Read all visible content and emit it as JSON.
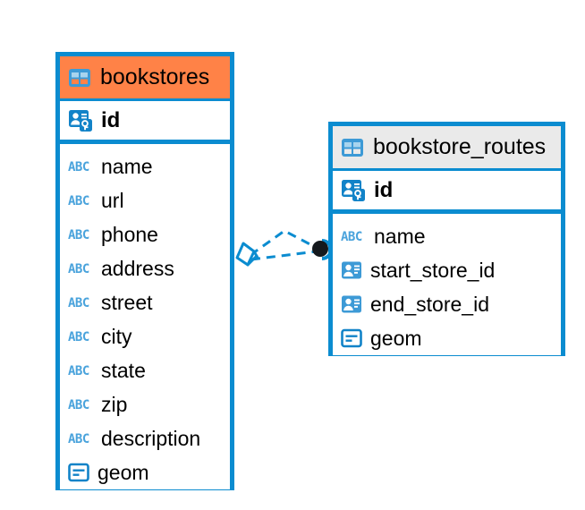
{
  "diagram": {
    "type": "entity-relationship-diagram",
    "background": "#ffffff",
    "accent_color": "#0b8cd0",
    "highlight_color": "#ff8247",
    "header_grey": "#eaeaea",
    "icon_blue": "#3d9ad6",
    "abc_color": "#4aa3dc"
  },
  "entities": [
    {
      "name": "bookstores",
      "header_style": "orange",
      "table_icon": "table-icon",
      "primary_key": {
        "label": "id",
        "icon": "primary-key-icon"
      },
      "fields": [
        {
          "label": "name",
          "icon": "abc-icon",
          "type": "text"
        },
        {
          "label": "url",
          "icon": "abc-icon",
          "type": "text"
        },
        {
          "label": "phone",
          "icon": "abc-icon",
          "type": "text"
        },
        {
          "label": "address",
          "icon": "abc-icon",
          "type": "text"
        },
        {
          "label": "street",
          "icon": "abc-icon",
          "type": "text"
        },
        {
          "label": "city",
          "icon": "abc-icon",
          "type": "text"
        },
        {
          "label": "state",
          "icon": "abc-icon",
          "type": "text"
        },
        {
          "label": "zip",
          "icon": "abc-icon",
          "type": "text"
        },
        {
          "label": "description",
          "icon": "abc-icon",
          "type": "text"
        },
        {
          "label": "geom",
          "icon": "geometry-icon",
          "type": "geometry"
        }
      ]
    },
    {
      "name": "bookstore_routes",
      "header_style": "grey",
      "table_icon": "table-icon",
      "primary_key": {
        "label": "id",
        "icon": "primary-key-icon"
      },
      "fields": [
        {
          "label": "name",
          "icon": "abc-icon",
          "type": "text"
        },
        {
          "label": "start_store_id",
          "icon": "foreign-key-icon",
          "type": "reference"
        },
        {
          "label": "end_store_id",
          "icon": "foreign-key-icon",
          "type": "reference"
        },
        {
          "label": "geom",
          "icon": "geometry-icon",
          "type": "geometry"
        }
      ]
    }
  ],
  "relationship": {
    "name": "bookstores-to-bookstore-routes",
    "line_style": "dashed",
    "color": "#0b8cd0",
    "source_marker": "diamond-crowfoot-marker",
    "target_marker": "filled-circle-marker",
    "branch_count": 2
  },
  "icon_glyphs": {
    "abc-icon": "ABC",
    "table-icon": "table-grid",
    "primary-key-icon": "id-card-with-key",
    "foreign-key-icon": "id-card",
    "geometry-icon": "lines-box"
  }
}
